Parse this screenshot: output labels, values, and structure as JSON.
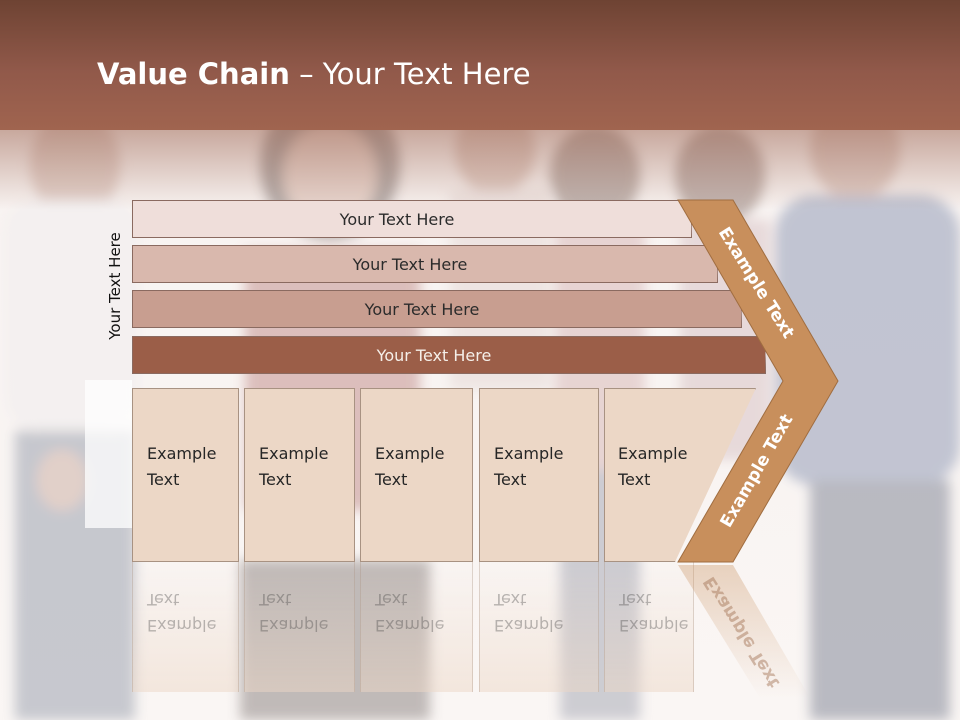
{
  "slide": {
    "title_bold": "Value Chain",
    "title_rest": " – Your Text Here",
    "side_label": "Your Text Here",
    "bars": [
      {
        "label": "Your Text Here"
      },
      {
        "label": "Your Text Here"
      },
      {
        "label": "Your Text Here"
      },
      {
        "label": "Your Text Here"
      }
    ],
    "boxes": [
      {
        "line1": "Example",
        "line2": "Text"
      },
      {
        "line1": "Example",
        "line2": "Text"
      },
      {
        "line1": "Example",
        "line2": "Text"
      },
      {
        "line1": "Example",
        "line2": "Text"
      },
      {
        "line1": "Example",
        "line2": "Text"
      }
    ],
    "chevron": {
      "upper_label": "Example Text",
      "lower_label": "Example Text",
      "color": "#c88f5c"
    },
    "colors": {
      "header": "#91594a",
      "bar_1": "#efdeda",
      "bar_2": "#d9b8ad",
      "bar_3": "#c89e90",
      "bar_4": "#9b5e48",
      "box": "#ecd7c6"
    }
  }
}
